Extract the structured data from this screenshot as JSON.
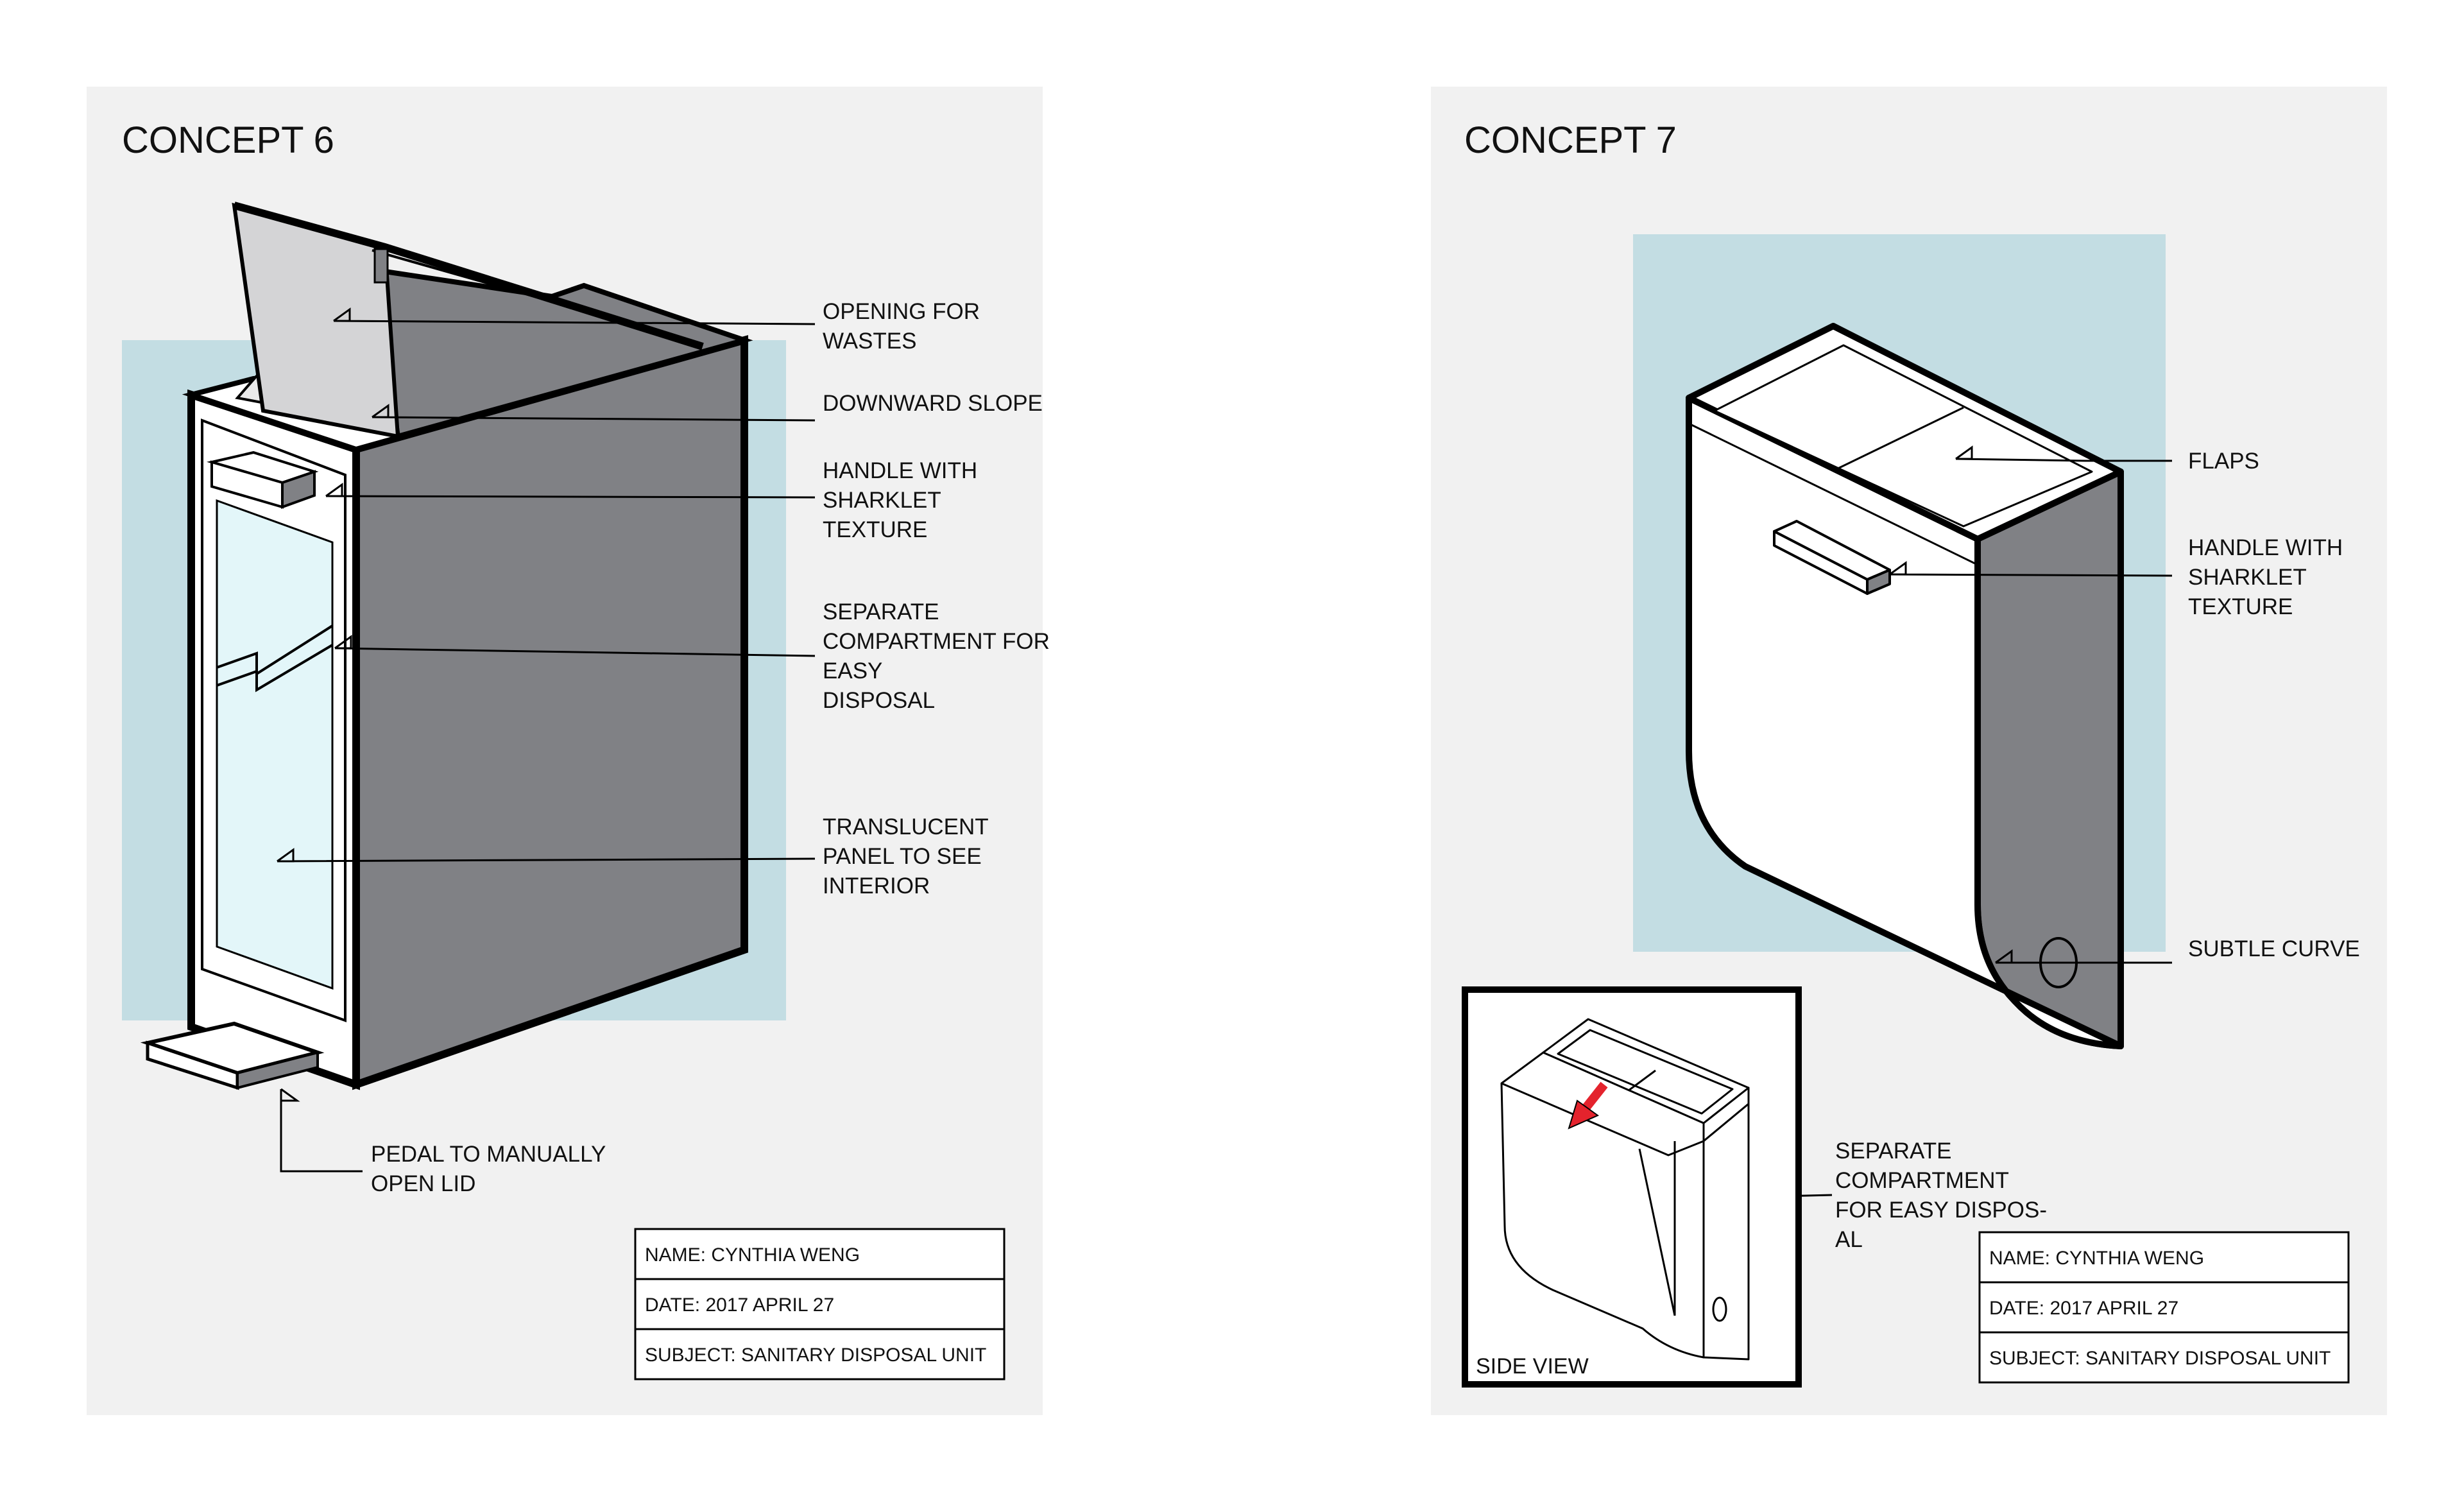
{
  "concept6": {
    "title": "CONCEPT 6",
    "labels": {
      "opening": [
        "OPENING FOR",
        "WASTES"
      ],
      "slope": [
        "DOWNWARD SLOPE"
      ],
      "handle": [
        "HANDLE WITH",
        "SHARKLET",
        "TEXTURE"
      ],
      "compartment": [
        "SEPARATE",
        "COMPARTMENT FOR",
        "EASY",
        "DISPOSAL"
      ],
      "translucent": [
        "TRANSLUCENT",
        "PANEL TO SEE",
        "INTERIOR"
      ],
      "pedal": [
        "PEDAL TO MANUALLY",
        "OPEN LID"
      ]
    },
    "titleblock": {
      "name": "NAME: CYNTHIA WENG",
      "date": "DATE: 2017 APRIL 27",
      "subject": "SUBJECT: SANITARY DISPOSAL UNIT"
    }
  },
  "concept7": {
    "title": "CONCEPT 7",
    "labels": {
      "flaps": [
        "FLAPS"
      ],
      "handle": [
        "HANDLE WITH",
        "SHARKLET",
        "TEXTURE"
      ],
      "curve": [
        "SUBTLE CURVE"
      ],
      "compartment": [
        "SEPARATE",
        "COMPARTMENT",
        "FOR EASY DISPOS-",
        "AL"
      ]
    },
    "side_view": "SIDE VIEW",
    "titleblock": {
      "name": "NAME: CYNTHIA WENG",
      "date": "DATE: 2017 APRIL 27",
      "subject": "SUBJECT: SANITARY DISPOSAL UNIT"
    }
  },
  "colors": {
    "panel_bg": "#f1f1f1",
    "backdrop_blue": "#c3dde3",
    "dark_side": "#808185",
    "glass": "#e3f6f9",
    "lid_grey": "#d4d4d6",
    "arrow_red": "#e4232d"
  }
}
